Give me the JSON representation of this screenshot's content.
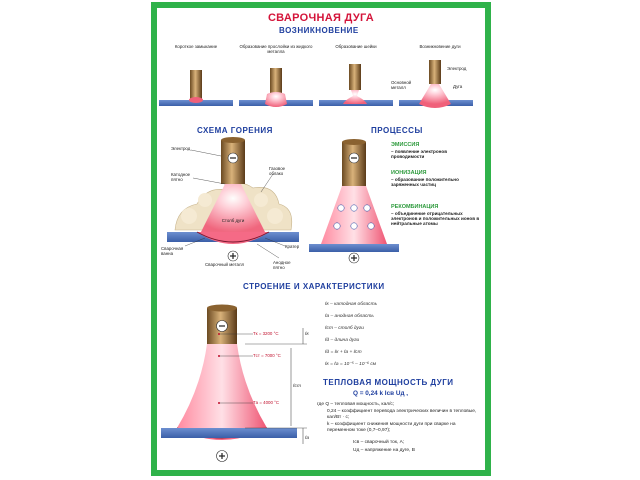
{
  "poster": {
    "title": "СВАРОЧНАЯ ДУГА",
    "section_origin": "ВОЗНИКНОВЕНИЕ",
    "origin_steps": [
      {
        "label": "Короткое замыкание"
      },
      {
        "label": "Образование прослойки из жидкого металла"
      },
      {
        "label": "Образование шейки"
      },
      {
        "label": "Возникновение дуги"
      }
    ],
    "origin_callouts": {
      "electrode": "Электрод",
      "base_metal": "Основной металл",
      "arc": "Дуга"
    },
    "section_burning": "СХЕМА ГОРЕНИЯ",
    "burning_labels": {
      "electrode": "Электрод",
      "cathode_spot": "Катодное пятно",
      "gas_shield": "Газовое облако",
      "arc_column": "Столб дуги",
      "weld_pool": "Сварочная ванна",
      "base_metal": "Сварочный металл",
      "crater": "Кратер",
      "anode_spot": "Анодное пятно"
    },
    "section_processes": "ПРОЦЕССЫ",
    "processes": [
      {
        "term": "ЭМИССИЯ",
        "desc": "– появление электронов проводимости"
      },
      {
        "term": "ИОНИЗАЦИЯ",
        "desc": "– образование положительно заряженных частиц"
      },
      {
        "term": "РЕКОМБИНАЦИЯ",
        "desc": "– объединение отрицательных электронов и положительных ионов в нейтральные атомы"
      }
    ],
    "section_structure": "СТРОЕНИЕ И ХАРАКТЕРИСТИКИ",
    "temps": [
      "Tк = 3200 °С",
      "Tст = 7000 °С",
      "Tа = 4000 °С"
    ],
    "dims": [
      "ℓк",
      "ℓст",
      "ℓа"
    ],
    "legend": [
      "ℓк – катодная область",
      "ℓа – анодная область",
      "ℓст – столб дуги",
      "ℓд – длина дуги",
      "ℓд = ℓк + ℓа + ℓст",
      "ℓк = ℓа = 10⁻⁵ – 10⁻⁶ см"
    ],
    "section_power": "ТЕПЛОВАЯ МОЩНОСТЬ ДУГИ",
    "formula": "Q = 0,24 k Iсв Uд ,",
    "formula_notes": [
      "где Q – тепловая мощность, кал/с;",
      "0,24 – коэффициент перевода электрических величин в тепловые, кал/Вт · с;",
      "k – коэффициент снижения мощности дуги при сварке на переменном токе (0,7–0,97);",
      "Iсв – сварочный ток, А;",
      "Uд – напряжение на дуге, В"
    ],
    "signs": {
      "minus": "–",
      "plus": "+"
    },
    "colors": {
      "border": "#2fb24a",
      "title": "#d4143a",
      "section": "#1f3f9f",
      "term": "#2d9a3c",
      "arc": "#f0607a",
      "metal": "#5b7fc4"
    }
  }
}
